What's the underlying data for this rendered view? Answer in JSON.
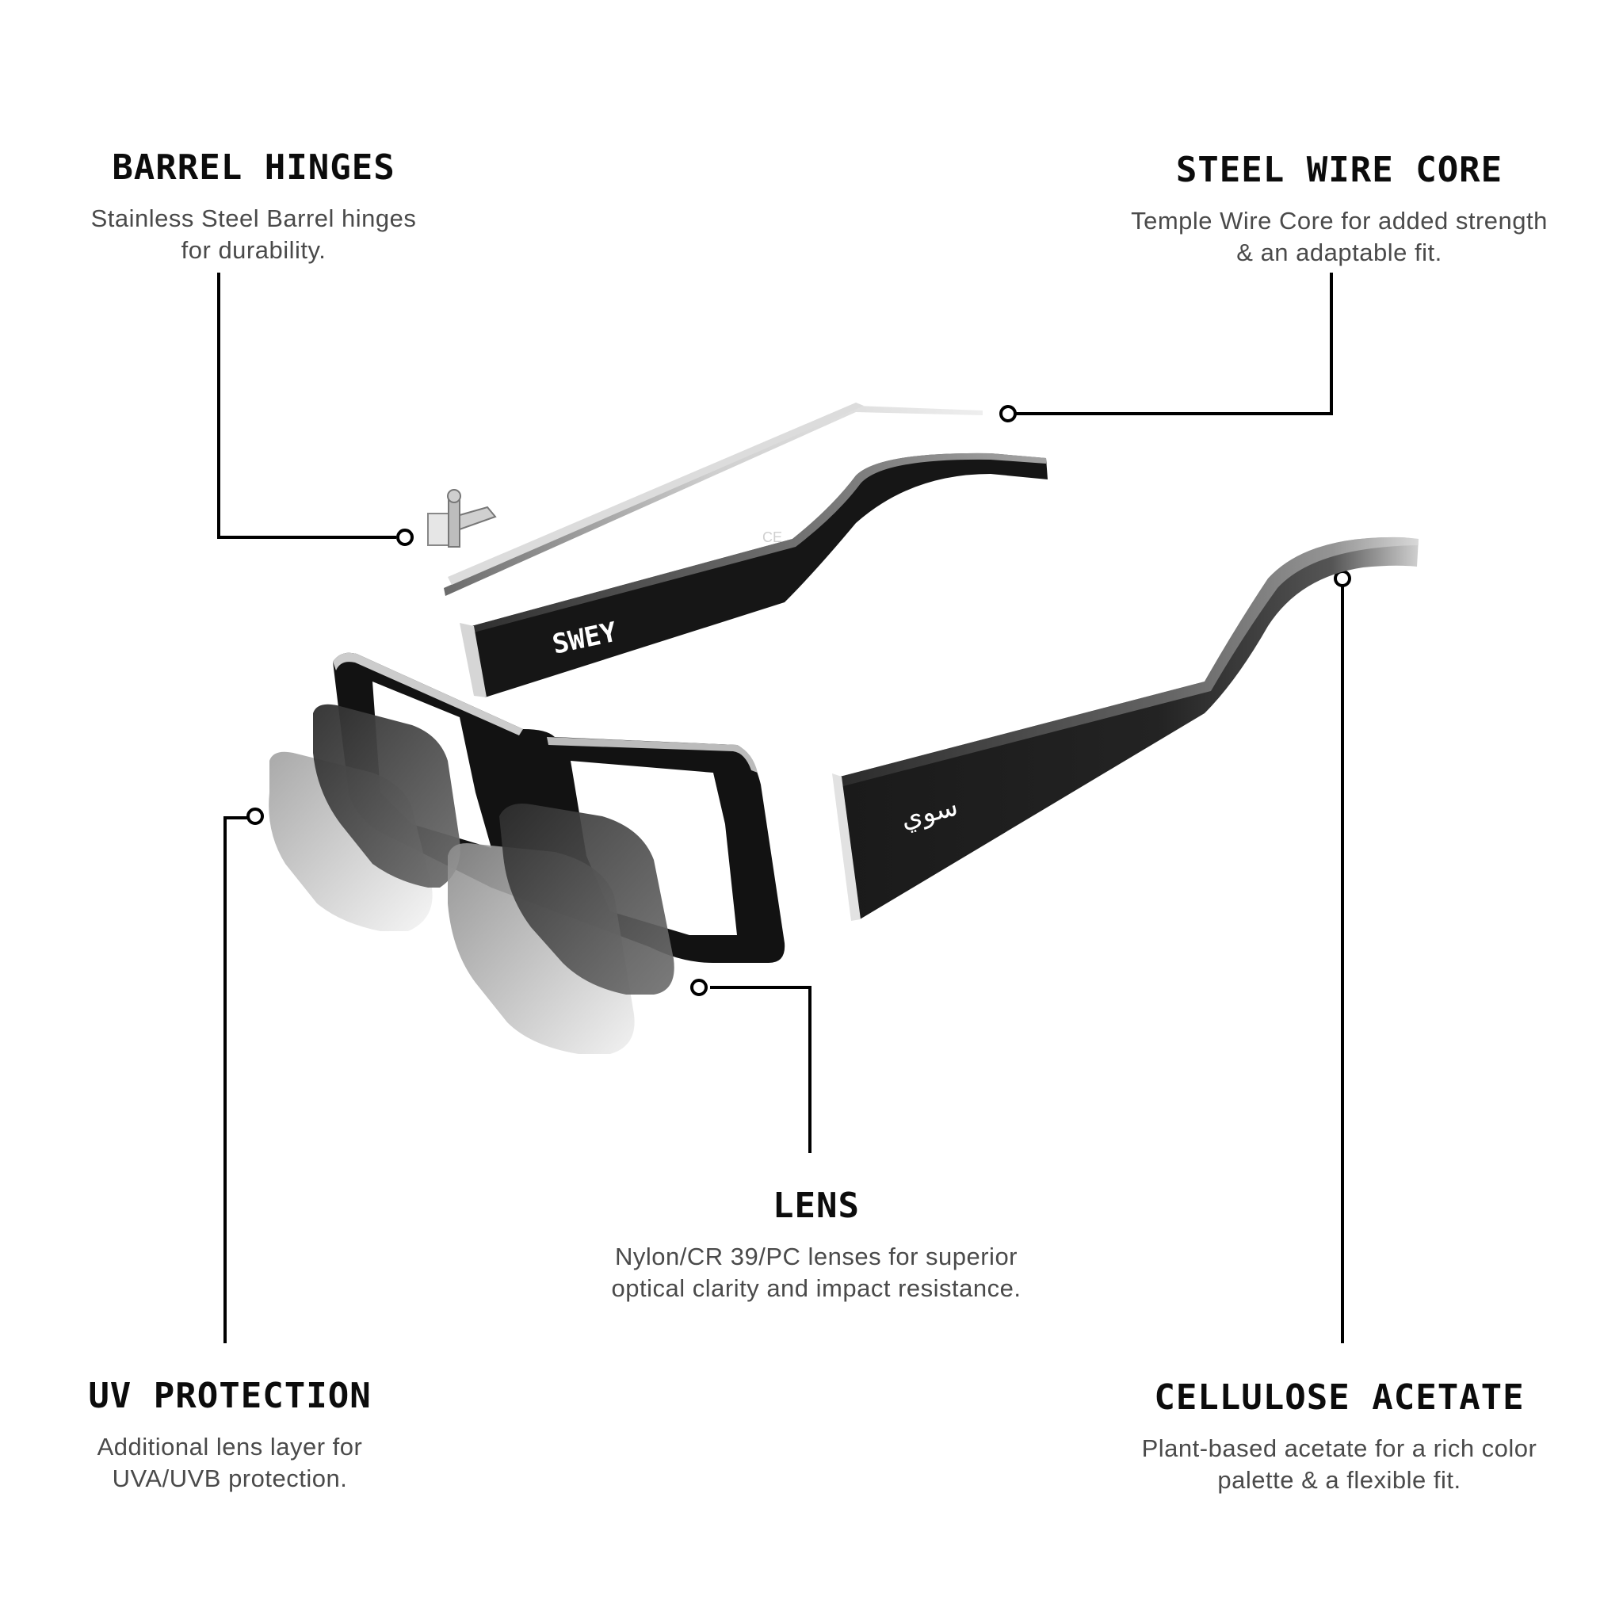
{
  "callouts": {
    "barrel_hinges": {
      "title": "BARREL HINGES",
      "line1": "Stainless Steel Barrel hinges",
      "line2": "for durability."
    },
    "steel_wire_core": {
      "title": "STEEL WIRE CORE",
      "line1": "Temple Wire Core for added strength",
      "line2": "& an adaptable fit."
    },
    "lens": {
      "title": "LENS",
      "line1": "Nylon/CR 39/PC lenses for superior",
      "line2": "optical clarity and impact resistance."
    },
    "uv_protection": {
      "title": "UV PROTECTION",
      "line1": "Additional lens layer for",
      "line2": "UVA/UVB protection."
    },
    "cellulose_acetate": {
      "title": "CELLULOSE ACETATE",
      "line1": "Plant-based acetate for a rich color",
      "line2": "palette & a flexible fit."
    }
  },
  "product": {
    "brand_latin": "SWEY",
    "brand_arabic": "سوي",
    "ce_mark": "CE"
  },
  "colors": {
    "frame": "#111111",
    "leader_line": "#000000",
    "title": "#0c0c0c",
    "description": "#4a4a4a"
  }
}
